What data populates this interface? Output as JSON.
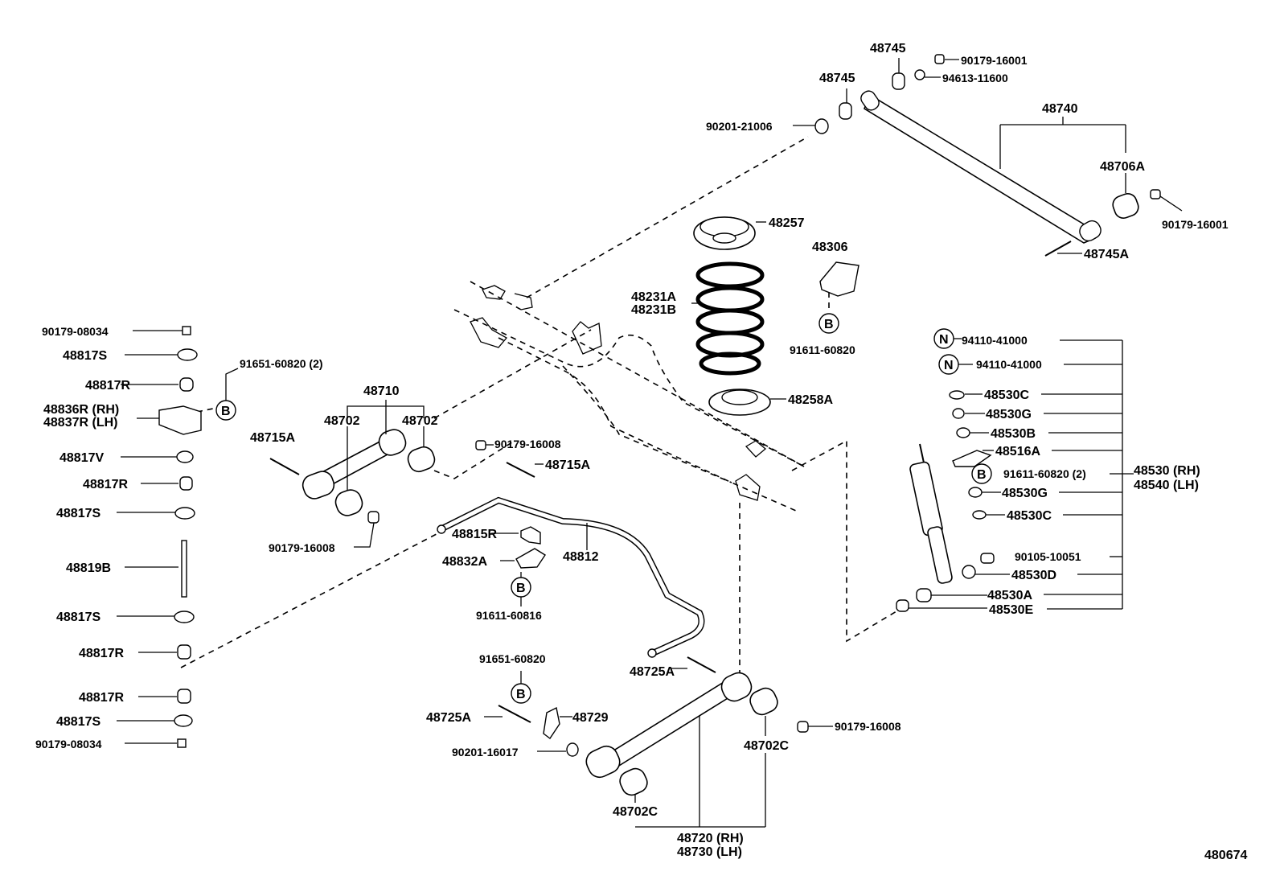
{
  "diagram_id": "480674",
  "callout_symbols": {
    "b": "B",
    "n": "N"
  },
  "left_column": [
    "90179-08034",
    "48817S",
    "48817R",
    "48836R (RH)",
    "48837R (LH)",
    "48817V",
    "48817R",
    "48817S",
    "48819B",
    "48817S",
    "48817R",
    "48817R",
    "48817S",
    "90179-08034"
  ],
  "labels": {
    "p91651_60820_2": "91651-60820 (2)",
    "p48710": "48710",
    "p48702_a": "48702",
    "p48702_b": "48702",
    "p48715A_a": "48715A",
    "p48715A_b": "48715A",
    "p90179_16008_a": "90179-16008",
    "p90179_16008_b": "90179-16008",
    "p90179_16008_c": "90179-16008",
    "p48815R": "48815R",
    "p48832A": "48832A",
    "p48812": "48812",
    "p91611_60816": "91611-60816",
    "p91651_60820": "91651-60820",
    "p48725A_a": "48725A",
    "p48725A_b": "48725A",
    "p48729": "48729",
    "p90201_16017": "90201-16017",
    "p48702C_a": "48702C",
    "p48702C_b": "48702C",
    "p48720": "48720 (RH)",
    "p48730": "48730 (LH)",
    "p48745_a": "48745",
    "p48745_b": "48745",
    "p90179_16001_a": "90179-16001",
    "p94613_11600": "94613-11600",
    "p90201_21006": "90201-21006",
    "p48740": "48740",
    "p48706A": "48706A",
    "p90179_16001_b": "90179-16001",
    "p48745A": "48745A",
    "p48257": "48257",
    "p48306": "48306",
    "p48231A": "48231A",
    "p48231B": "48231B",
    "p91611_60820": "91611-60820",
    "p48258A": "48258A"
  },
  "shock_list": [
    "94110-41000",
    "94110-41000",
    "48530C",
    "48530G",
    "48530B",
    "48516A",
    "91611-60820 (2)",
    "48530G",
    "48530C",
    "90105-10051",
    "48530D",
    "48530A",
    "48530E"
  ],
  "shock_assy": {
    "rh": "48530 (RH)",
    "lh": "48540 (LH)"
  }
}
